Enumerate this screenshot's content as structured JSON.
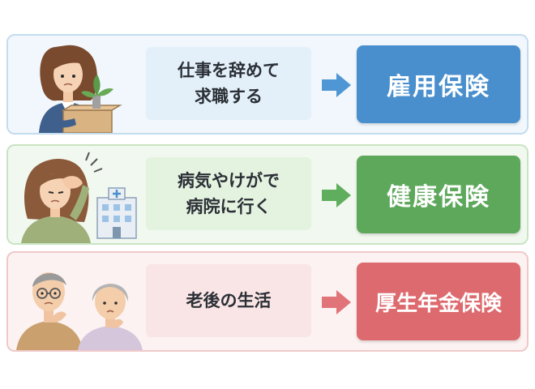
{
  "rows": [
    {
      "situation": "仕事を辞めて\n求職する",
      "insurance": "雇用保険",
      "illustration_icon": "woman-holding-box-icon",
      "colors": {
        "insurance_bg": "#4a8fcd",
        "arrow": "#4f97d4"
      }
    },
    {
      "situation": "病気やけがで\n病院に行く",
      "insurance": "健康保険",
      "illustration_icon": "sick-woman-hospital-icon",
      "colors": {
        "insurance_bg": "#5ea85c",
        "arrow": "#5fae5d"
      }
    },
    {
      "situation": "老後の生活",
      "insurance": "厚生年金保険",
      "illustration_icon": "elderly-couple-icon",
      "colors": {
        "insurance_bg": "#dd6a6e",
        "arrow": "#e07478"
      }
    }
  ]
}
